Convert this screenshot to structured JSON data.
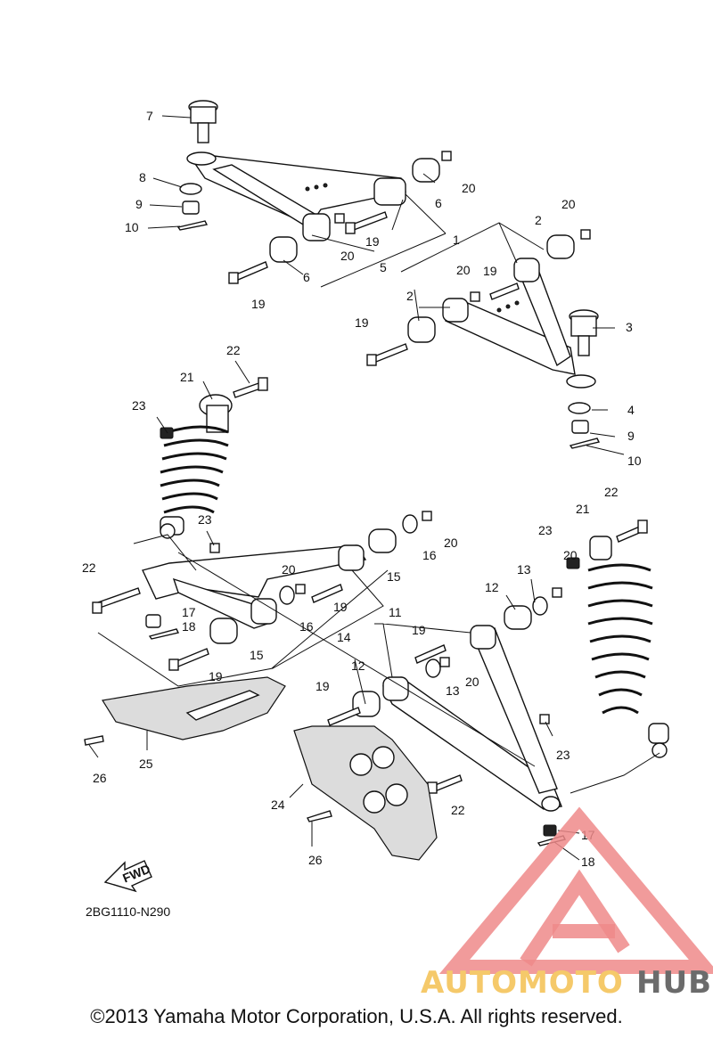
{
  "diagram_code": "2BG1110-N290",
  "fwd_label": "FWD",
  "copyright": "©2013 Yamaha Motor Corporation, U.S.A. All rights reserved.",
  "watermark": {
    "part1": "AUTOMOTO",
    "part2": "HUB",
    "color1": "#f5c96a",
    "color2": "#6b6b6b",
    "accent": "#ef8a8a"
  },
  "callouts": [
    "1",
    "2",
    "3",
    "4",
    "5",
    "6",
    "7",
    "8",
    "9",
    "10",
    "11",
    "12",
    "13",
    "14",
    "15",
    "16",
    "17",
    "18",
    "19",
    "20",
    "21",
    "22",
    "23",
    "24",
    "25",
    "26"
  ]
}
